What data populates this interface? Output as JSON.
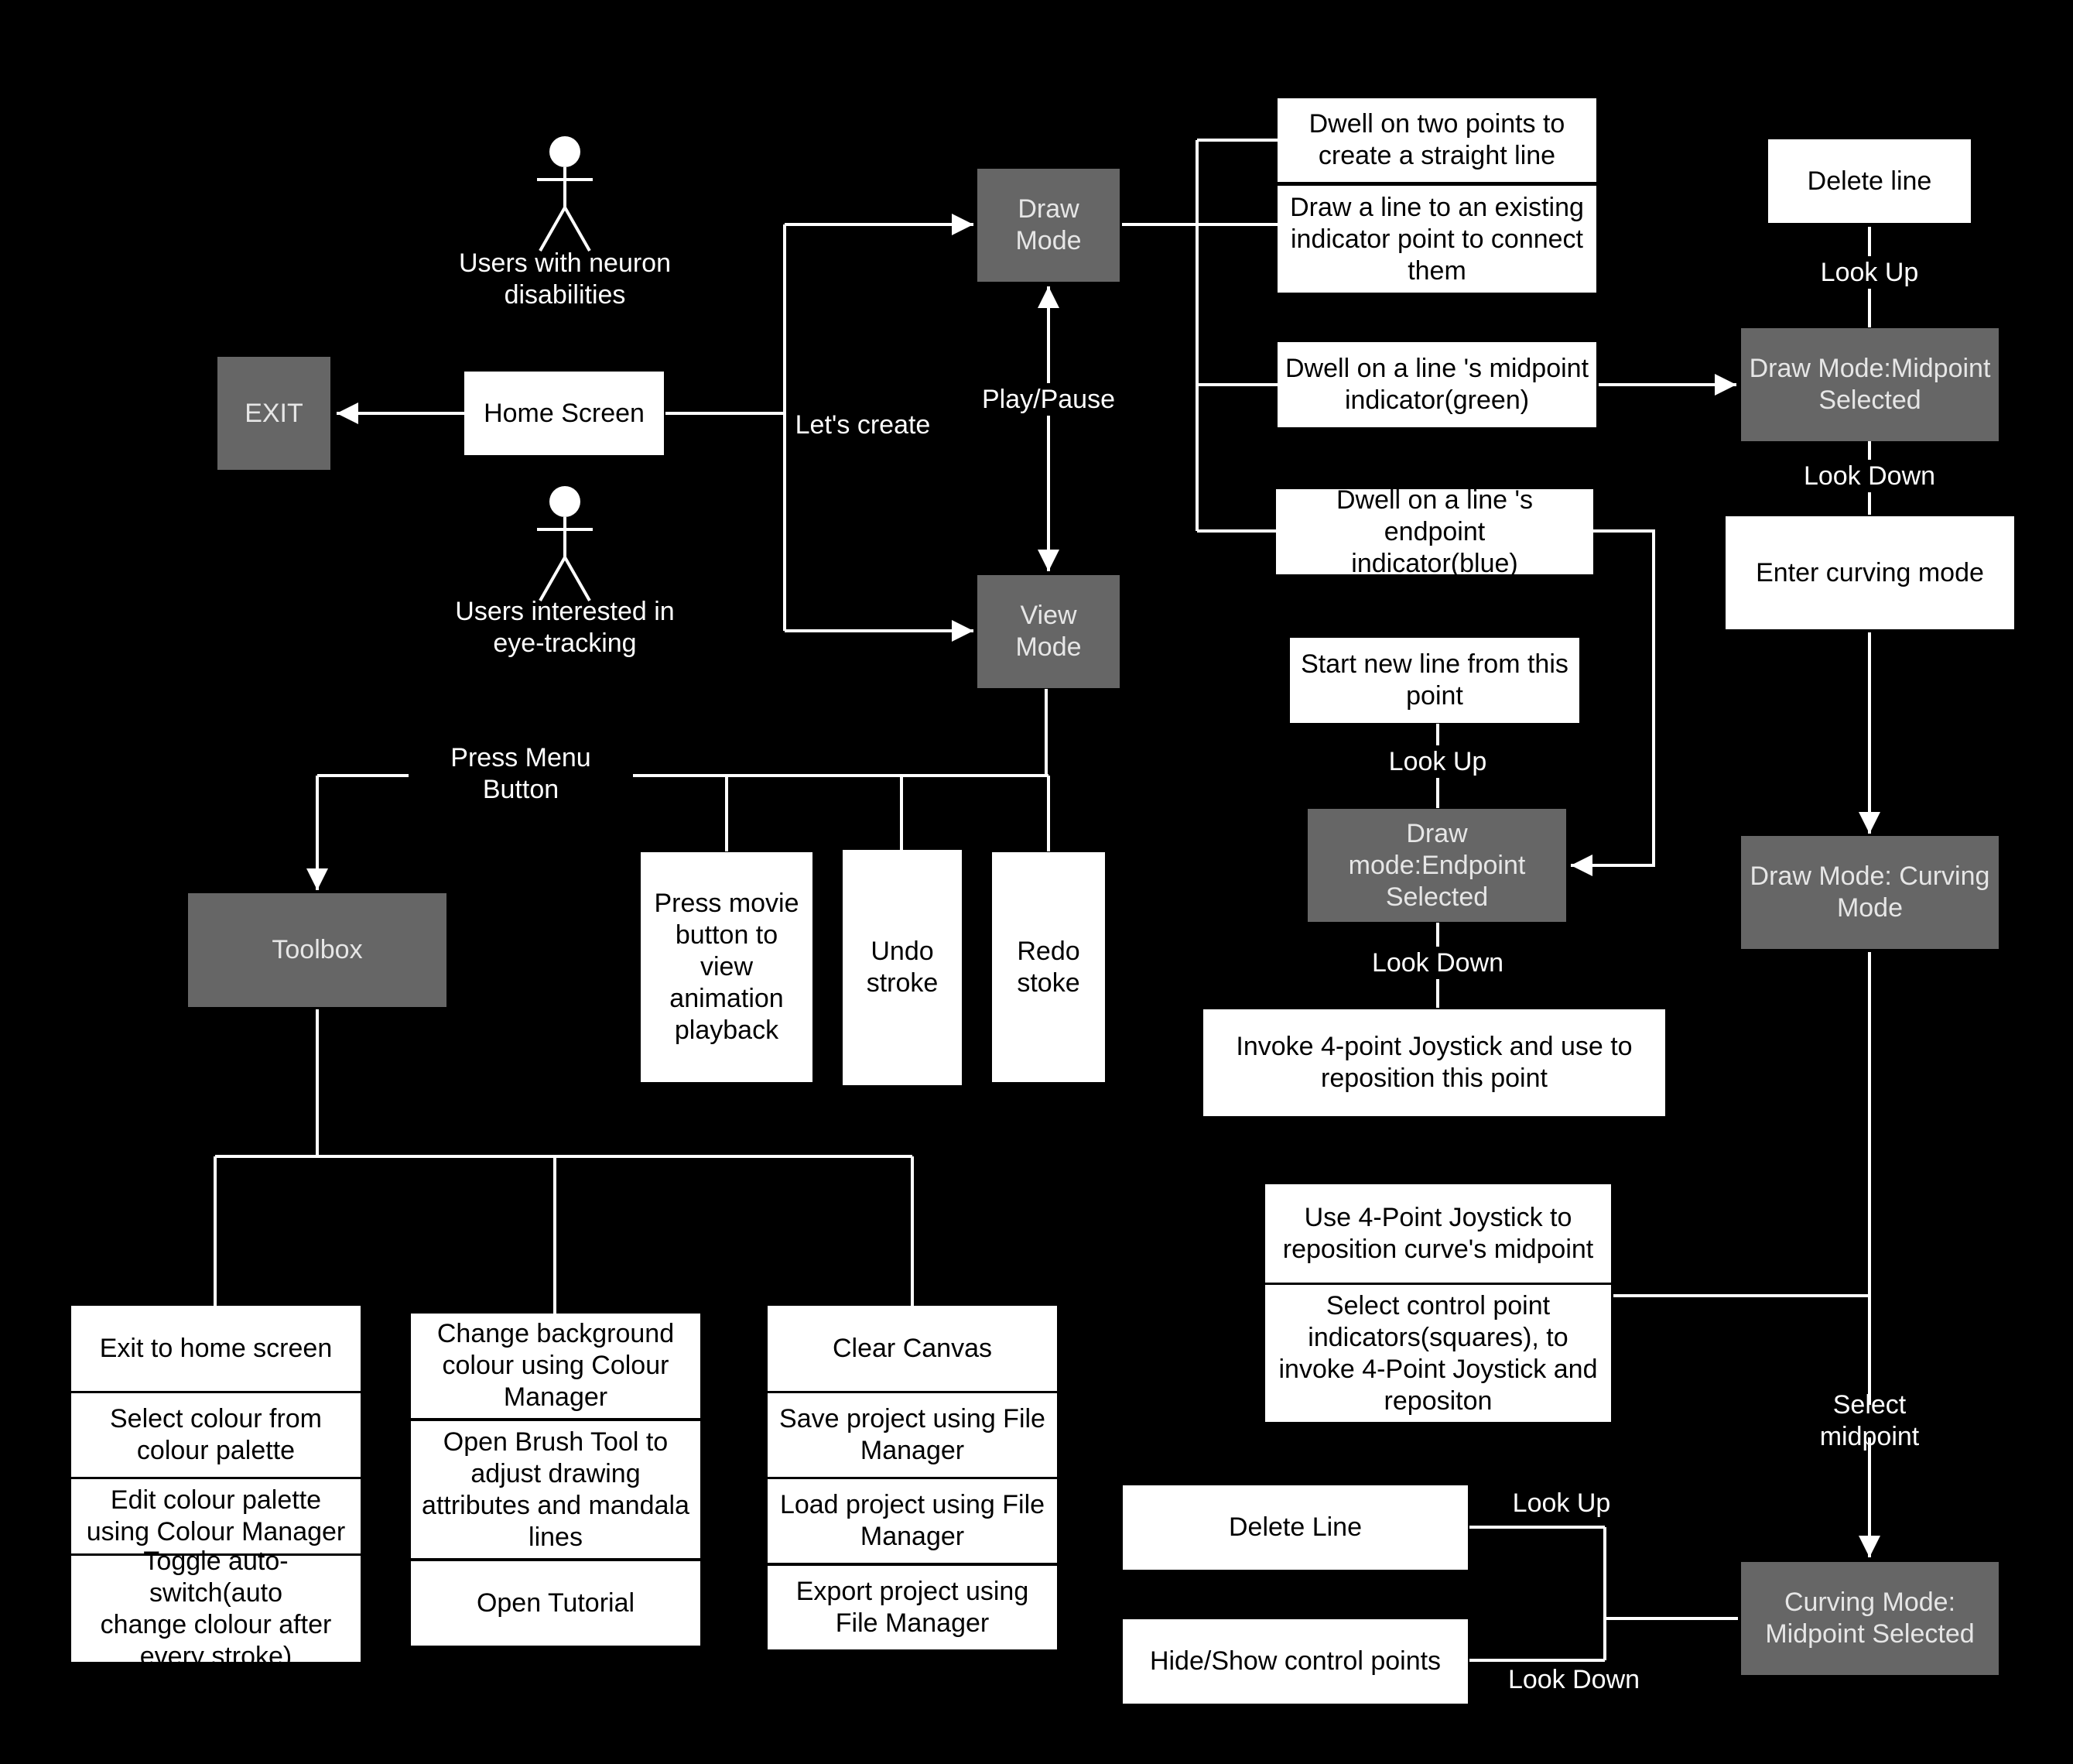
{
  "colors": {
    "background": "#000000",
    "node_white": "#ffffff",
    "node_grey": "#666666",
    "connector": "#ffffff"
  },
  "actors": {
    "neuron": "Users with neuron\ndisabilities",
    "eye_tracking": "Users interested in\neye-tracking"
  },
  "nodes": {
    "exit": "EXIT",
    "home_screen": "Home Screen",
    "draw_mode": "Draw\nMode",
    "view_mode": "View\nMode",
    "toolbox": "Toolbox",
    "press_movie": "Press movie\nbutton to\nview\nanimation\nplayback",
    "undo_stroke": "Undo\nstroke",
    "redo_stoke": "Redo\nstoke",
    "exit_to_home": "Exit to home screen",
    "select_colour": "Select colour from\ncolour palette",
    "edit_palette": "Edit colour palette\nusing Colour Manager",
    "toggle_auto": "Toggle auto-switch(auto\nchange clolour after\nevery stroke)",
    "change_bg": "Change background\ncolour using Colour\nManager",
    "open_brush": "Open Brush Tool to\nadjust drawing\nattributes and mandala\nlines",
    "open_tutorial": "Open Tutorial",
    "clear_canvas": "Clear Canvas",
    "save_project": "Save project using File\nManager",
    "load_project": "Load project using File\nManager",
    "export_project": "Export project using\nFile Manager",
    "dwell_two_points": "Dwell on two points to\ncreate a straight line",
    "draw_line_existing": "Draw a line to an existing\nindicator point to connect\nthem",
    "dwell_midpoint": "Dwell on a line 's midpoint\nindicator(green)",
    "dwell_endpoint": "Dwell on a line 's endpoint\nindicator(blue)",
    "start_new_line": "Start  new line from this\npoint",
    "endpoint_selected": "Draw mode:Endpoint\nSelected",
    "invoke_joystick": "Invoke 4-point  Joystick and use to\nreposition this point",
    "delete_line_top": "Delete line",
    "midpoint_selected": "Draw Mode:Midpoint\nSelected",
    "enter_curving": "Enter curving mode",
    "curving_mode": "Draw Mode: Curving\nMode",
    "use_joystick_curve": "Use 4-Point Joystick to\nreposition curve's midpoint",
    "select_control": "Select control point\nindicators(squares), to\ninvoke 4-Point Joystick and\nrepositon",
    "curving_midpoint_selected": "Curving Mode:\nMidpoint Selected",
    "delete_line_bottom": "Delete Line",
    "hide_show": "Hide/Show control points"
  },
  "labels": {
    "lets_create": "Let's create",
    "play_pause": "Play/Pause",
    "press_menu": "Press Menu Button",
    "look_up_endpoint": "Look Up",
    "look_down_endpoint": "Look Down",
    "look_up_midpoint": "Look Up",
    "look_down_midpoint": "Look Down",
    "select_midpoint": "Select midpoint",
    "look_up_curving": "Look Up",
    "look_down_curving": "Look Down"
  }
}
